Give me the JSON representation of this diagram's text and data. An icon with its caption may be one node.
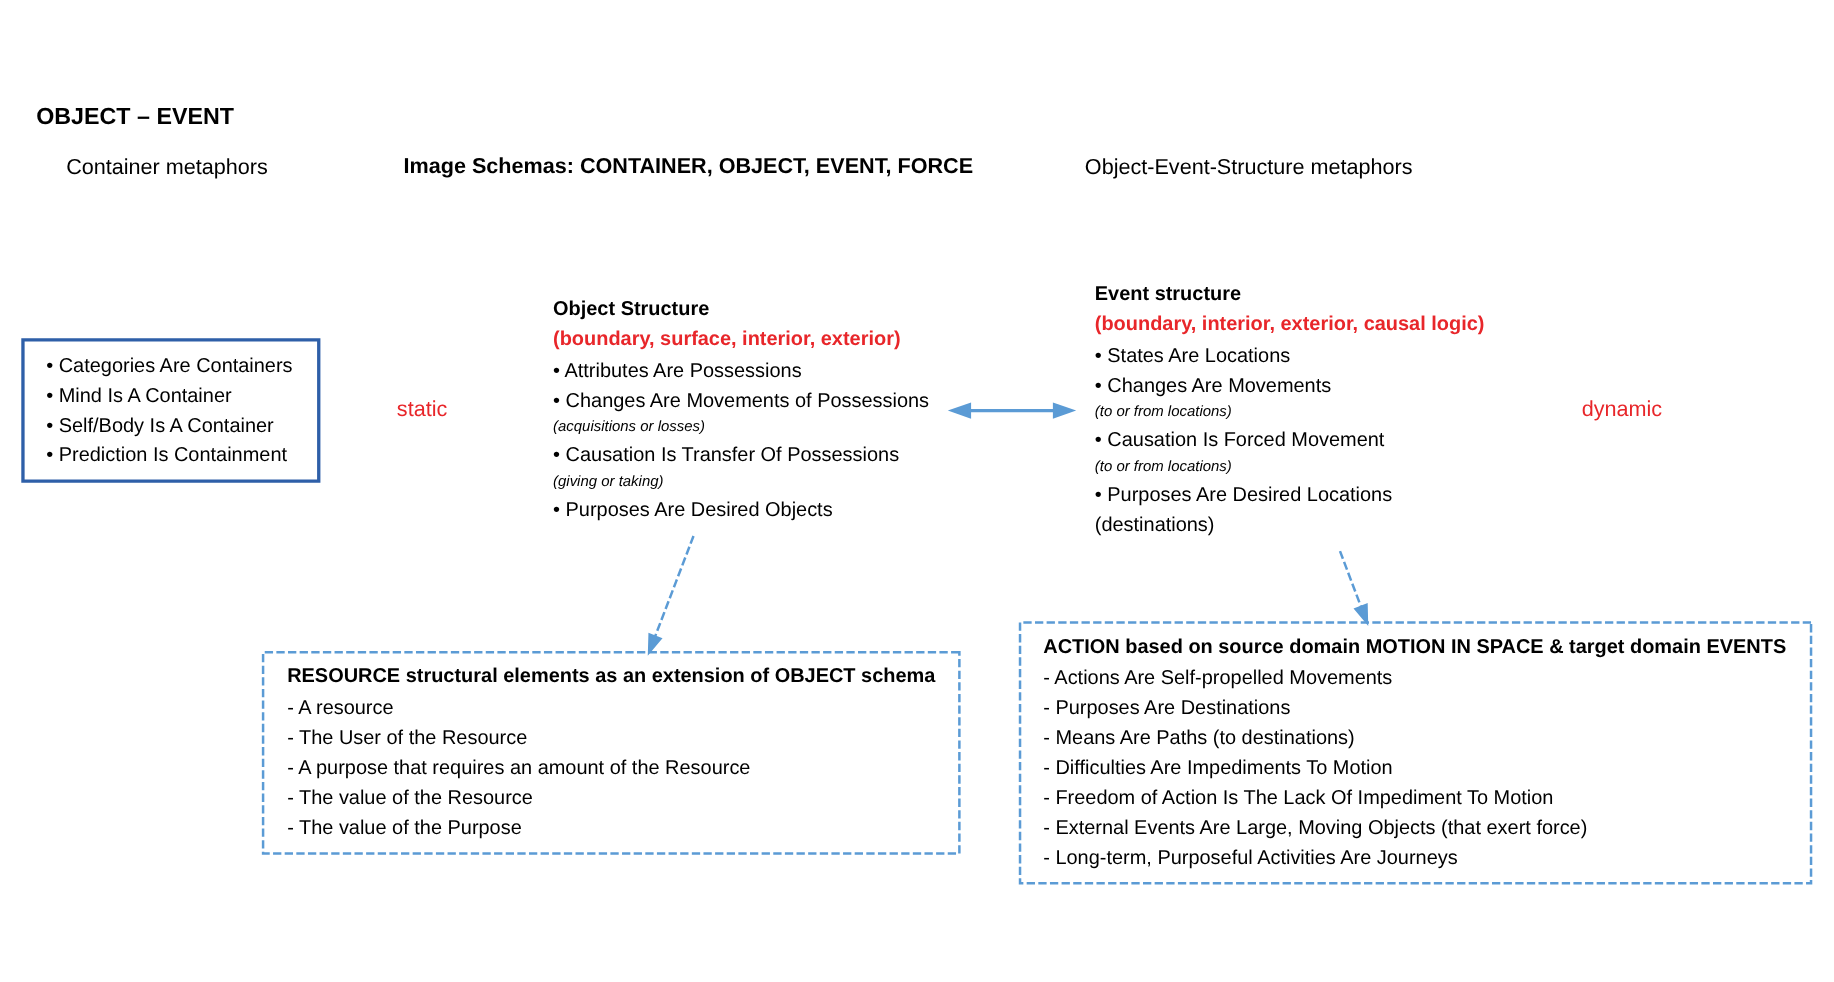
{
  "diagram": {
    "title": "OBJECT – EVENT",
    "nodes": [
      {
        "text": [
          "• Categories Are Containers",
          "• Mind Is A Container",
          "• Self/Body Is A Container",
          "• Prediction Is Containment"
        ]
      },
      {
        "text": [
          "Object Structure",
          "(boundary, surface, interior, exterior)",
          "• Attributes Are Possessions",
          "• Changes Are Movements of Possessions",
          "(acquisitions or losses)",
          "• Causation Is Transfer Of Possessions",
          "(giving or taking)",
          "• Purposes Are Desired Objects"
        ]
      },
      {
        "text": [
          "Event structure",
          "(boundary, interior, exterior, causal logic)",
          "• States Are Locations",
          "• Changes Are Movements",
          "(to or from locations)",
          "• Causation Is Forced Movement",
          "(to or from locations)",
          "• Purposes Are Desired Locations",
          "(destinations)"
        ]
      },
      {
        "text": [
          "RESOURCE structural elements as an extension of OBJECT schema",
          "- A resource",
          "- The User of the Resource",
          "- A purpose that requires an amount of the Resource",
          "- The value of the Resource",
          "- The value of the Purpose"
        ]
      },
      {
        "text": [
          "ACTION based on source domain MOTION IN SPACE & target domain EVENTS",
          "- Actions Are Self-propelled Movements",
          "- Purposes Are Destinations",
          "- Means Are Paths (to destinations)",
          "- Difficulties Are Impediments To Motion",
          "- Freedom of Action Is The Lack Of Impediment To Motion",
          "- External Events Are Large, Moving Objects (that exert force)",
          "- Long-term, Purposeful Activities Are Journeys"
        ]
      }
    ],
    "edges": [
      {
        "from": 1,
        "to": 2,
        "arrow": "both"
      },
      {
        "from": 1,
        "to": 3,
        "arrow": "to",
        "style": "dashed"
      },
      {
        "from": 2,
        "to": 4,
        "arrow": "to",
        "style": "dashed"
      }
    ],
    "labels": [
      "Image Schemas: CONTAINER, OBJECT, EVENT, FORCE",
      "Container metaphors",
      "Object-Event-Structure metaphors",
      "static",
      "dynamic"
    ]
  }
}
